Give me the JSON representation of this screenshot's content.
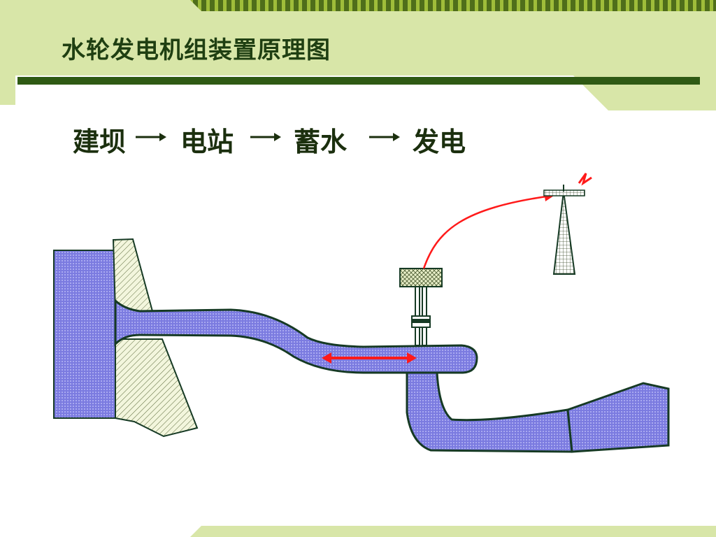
{
  "slide": {
    "title": "水轮发电机组装置原理图",
    "flow_steps": [
      "建坝",
      "电站",
      "蓄水",
      "发电"
    ]
  },
  "colors": {
    "band_green": "#d8e6a8",
    "rule_green": "#2f5a14",
    "stripe_dark": "#4f6e1a",
    "stripe_light": "#9fbd3a",
    "water_blue": "#7b7be0",
    "water_light": "#b7b7f2",
    "concrete": "#f2f5dc",
    "outline": "#163a24",
    "arrow_red": "#ff1a1a",
    "title_text": "#1f3f12"
  },
  "icons": [
    "lightning-bolt-icon",
    "transmission-tower-icon",
    "generator-icon",
    "flow-arrow-icon"
  ]
}
